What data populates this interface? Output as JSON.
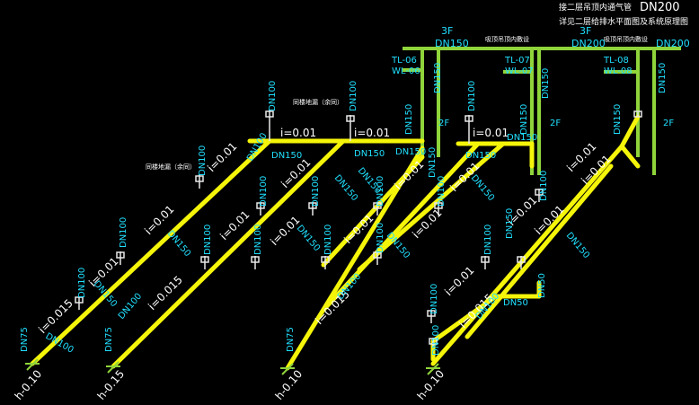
{
  "title": {
    "line1_prefix": "接二层吊顶内通气管",
    "line1_size": "DN200",
    "line2": "详见二层给排水平面图及系统原理图"
  },
  "colors": {
    "background": "#000000",
    "pipe_yellow": "#f5f50a",
    "pipe_green": "#8fd43a",
    "label_cyan": "#20e0ff",
    "text_white": "#ffffff",
    "fitting_white": "#e8e8e8"
  },
  "top_labels": {
    "floor_3f_a": "3F",
    "floor_3f_b": "3F",
    "dn150_top": "DN150",
    "dn200_top": "DN200",
    "dn200_right": "DN200",
    "note_ceiling_1": "吸顶吊顶内敷设",
    "note_ceiling_2": "吸顶吊顶内敷设"
  },
  "risers": [
    {
      "tl": "TL-06",
      "wl": "WL-06",
      "sizes": [
        "DN150",
        "DN150"
      ],
      "floor": "2F"
    },
    {
      "tl": "TL-07",
      "wl": "WL-07",
      "sizes": [
        "DN150",
        "DN150"
      ],
      "floor": "2F"
    },
    {
      "tl": "TL-08",
      "wl": "WL-08",
      "sizes": [
        "DN150",
        "DN150"
      ],
      "floor": "2F"
    }
  ],
  "notes": {
    "floor_drain_1": "同楼地漏（余同）",
    "floor_drain_2": "同楼地漏（余同）"
  },
  "slopes": {
    "s001": "i=0.01",
    "s0015": "i=0.015"
  },
  "sizes": {
    "dn50": "DN50",
    "dn75": "DN75",
    "dn100": "DN100",
    "dn150": "DN150"
  },
  "elevations": {
    "h010": "h-0.10",
    "h015": "h-0.15"
  }
}
